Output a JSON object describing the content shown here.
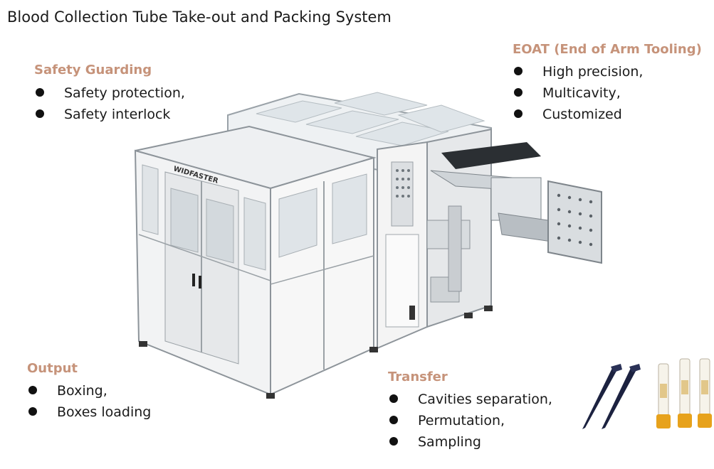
{
  "title": "Blood Collection Tube Take-out and Packing System",
  "brand_label": "WIDFASTER",
  "colors": {
    "accent": "#c6937a",
    "text": "#1a1a1a",
    "tube_cap": "#e7a21c",
    "pipette": "#1c2240"
  },
  "safety": {
    "heading": "Safety Guarding",
    "items": [
      "Safety protection,",
      "Safety interlock"
    ]
  },
  "eoat": {
    "heading": "EOAT (End of Arm Tooling)",
    "items": [
      "High precision,",
      "Multicavity,",
      "Customized"
    ]
  },
  "output": {
    "heading": "Output",
    "items": [
      "Boxing,",
      "Boxes loading"
    ]
  },
  "transfer": {
    "heading": "Transfer",
    "items": [
      "Cavities separation,",
      "Permutation,",
      "Sampling"
    ]
  }
}
